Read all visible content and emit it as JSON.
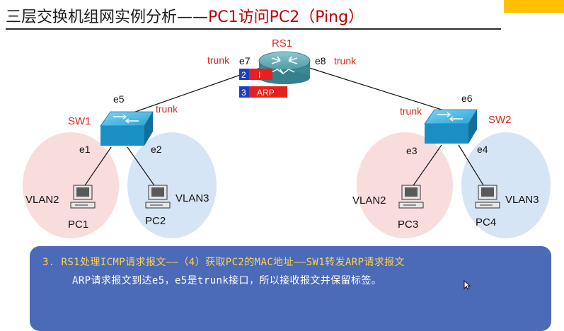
{
  "title": {
    "main": "三层交换机组网实例分析——",
    "sub": "PC1访问PC2（Ping）"
  },
  "router": {
    "name": "RS1",
    "port_left": "e7",
    "port_right": "e8",
    "trunk_left": "trunk",
    "trunk_right": "trunk",
    "frame1": {
      "vlan": "2",
      "label": "I"
    },
    "frame2": {
      "vlan": "3",
      "label": "ARP"
    }
  },
  "sw1": {
    "name": "SW1",
    "uplink_port": "e5",
    "trunk": "trunk",
    "port_a": "e1",
    "port_b": "e2",
    "vlan_a": "VLAN2",
    "vlan_b": "VLAN3",
    "pc_a": "PC1",
    "pc_b": "PC2"
  },
  "sw2": {
    "name": "SW2",
    "uplink_port": "e6",
    "trunk": "trunk",
    "port_a": "e3",
    "port_b": "e4",
    "vlan_a": "VLAN2",
    "vlan_b": "VLAN3",
    "pc_a": "PC3",
    "pc_b": "PC4"
  },
  "info": {
    "line1": "3.  RS1处理ICMP请求报文——（4）获取PC2的MAC地址——SW1转发ARP请求报文",
    "line2": "ARP请求报文到达e5，e5是trunk接口，所以接收报文并保留标签。"
  },
  "colors": {
    "red_label": "#d9261c",
    "vlan2_zone": "#f9dcdc",
    "vlan3_zone": "#d6e5f5",
    "switch": "#1aa0d8",
    "router": "#3f8d9a",
    "vlan_tag": "#1f3fbf",
    "frame_red": "#e62020",
    "info_bg": "#4b6ab8",
    "info_highlight": "#ffd34d"
  }
}
